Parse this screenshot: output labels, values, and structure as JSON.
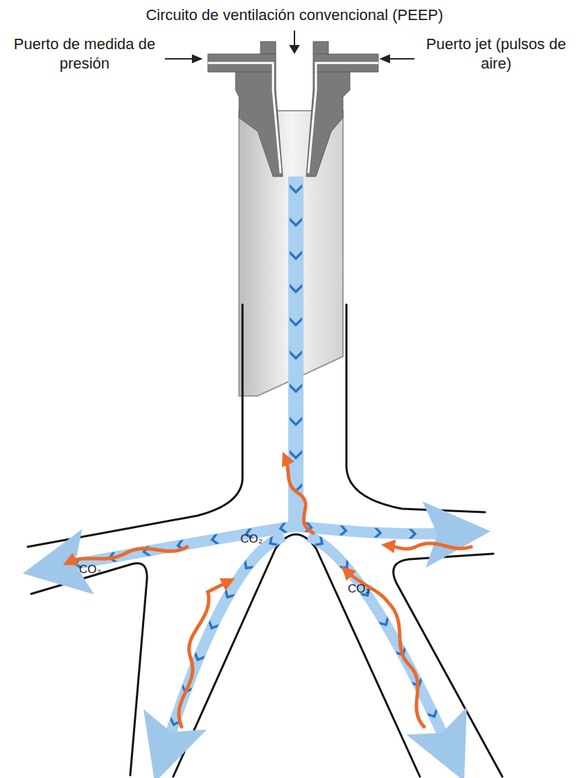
{
  "diagram": {
    "labels": [
      "Circuito de ventilación convencional (PEEP)",
      "Puerto de medida de presión",
      "Puerto jet (pulsos de aire)",
      "CO₂",
      "CO₂",
      "CO₂"
    ]
  }
}
